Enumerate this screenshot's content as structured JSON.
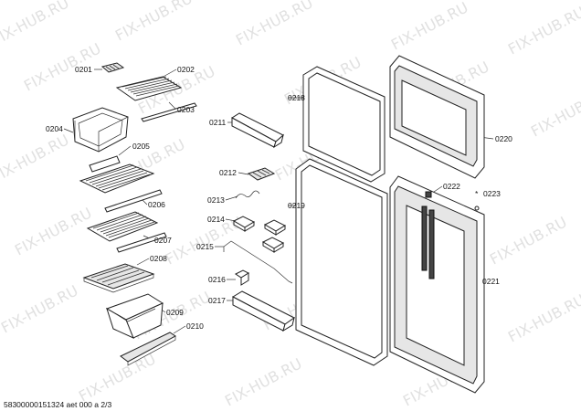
{
  "watermark": {
    "text": "FIX-HUB.RU",
    "color": "#dcdcdc"
  },
  "footer": {
    "text": "58300000151324 aet 000 a 2/3"
  },
  "parts": [
    {
      "id": "0201"
    },
    {
      "id": "0202"
    },
    {
      "id": "0203"
    },
    {
      "id": "0204"
    },
    {
      "id": "0205"
    },
    {
      "id": "0206"
    },
    {
      "id": "0207"
    },
    {
      "id": "0208"
    },
    {
      "id": "0209"
    },
    {
      "id": "0210"
    },
    {
      "id": "0211"
    },
    {
      "id": "0212"
    },
    {
      "id": "0213"
    },
    {
      "id": "0214"
    },
    {
      "id": "0215"
    },
    {
      "id": "0216"
    },
    {
      "id": "0217"
    },
    {
      "id": "0218"
    },
    {
      "id": "0219"
    },
    {
      "id": "0220"
    },
    {
      "id": "0221"
    },
    {
      "id": "0222"
    },
    {
      "id": "0223",
      "marker": "*"
    }
  ]
}
